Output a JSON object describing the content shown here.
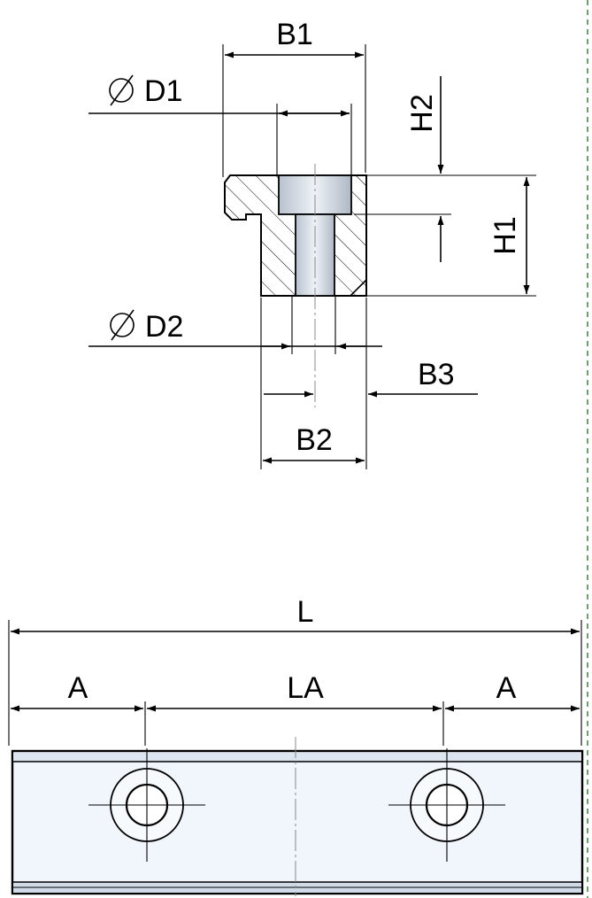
{
  "labels": {
    "b1": "B1",
    "d1": "D1",
    "h2": "H2",
    "h1": "H1",
    "d2": "D2",
    "b3": "B3",
    "b2": "B2",
    "l": "L",
    "a_left": "A",
    "la": "LA",
    "a_right": "A"
  },
  "symbols": {
    "diameter": "diameter-symbol"
  },
  "colors": {
    "line": "#000000",
    "body_fill": "#f1f6fc",
    "rail_stripe": "#cfdbe8",
    "bore_fill": "#d6dde6",
    "centerline": "#888888",
    "right_edge_dash": "#6fa06f"
  }
}
